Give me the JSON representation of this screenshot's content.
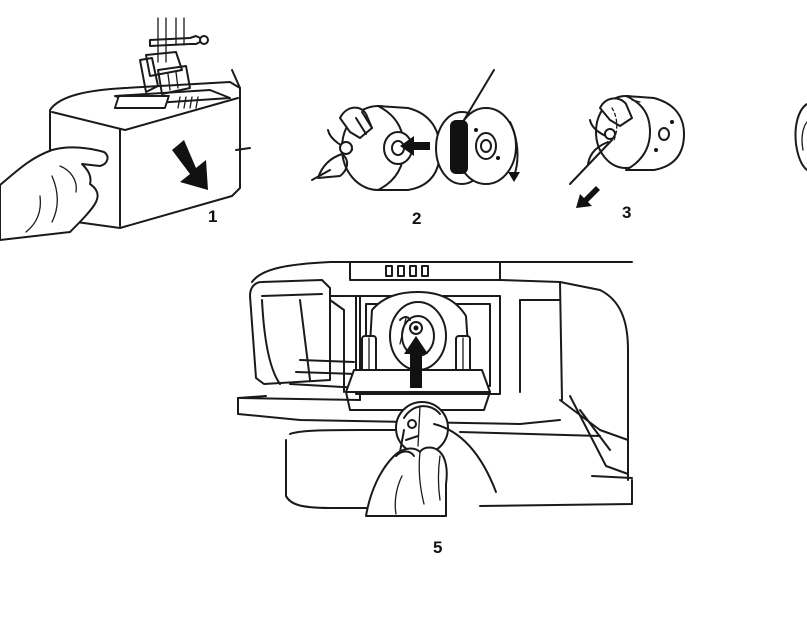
{
  "steps": [
    {
      "number": "1"
    },
    {
      "number": "2"
    },
    {
      "number": "3"
    },
    {
      "number": "5"
    }
  ],
  "colors": {
    "line": "#1a1a1a",
    "background": "#ffffff"
  }
}
